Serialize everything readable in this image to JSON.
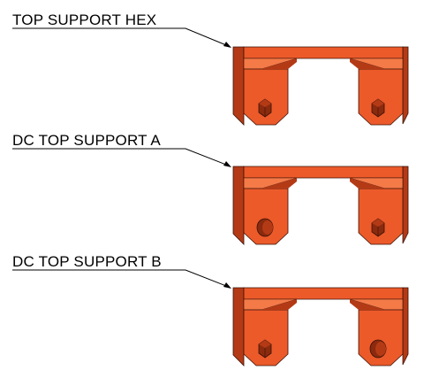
{
  "parts": [
    {
      "label": "TOP SUPPORT HEX",
      "left_hole": "hex",
      "right_hole": "hex"
    },
    {
      "label": "DC TOP SUPPORT A",
      "left_hole": "round",
      "right_hole": "hex"
    },
    {
      "label": "DC TOP SUPPORT B",
      "left_hole": "hex",
      "right_hole": "round"
    }
  ],
  "colors": {
    "face": "#ec5a2a",
    "top": "#f47a48",
    "dark": "#b43a16",
    "darker": "#8a2a0e",
    "edge": "#3a1206",
    "line": "#000000"
  }
}
